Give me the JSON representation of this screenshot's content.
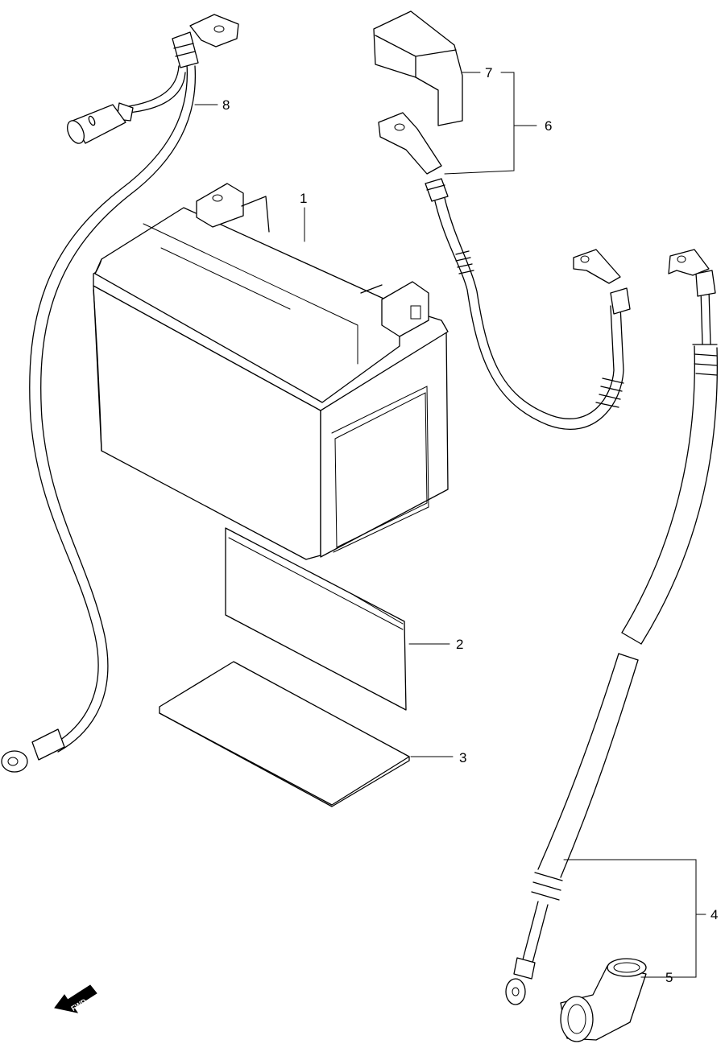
{
  "callouts": [
    {
      "number": "1"
    },
    {
      "number": "2"
    },
    {
      "number": "3"
    },
    {
      "number": "4"
    },
    {
      "number": "5"
    },
    {
      "number": "6"
    },
    {
      "number": "7"
    },
    {
      "number": "8"
    }
  ],
  "direction_marker": {
    "label": "FWD",
    "icon": "fwd-arrow-icon"
  }
}
